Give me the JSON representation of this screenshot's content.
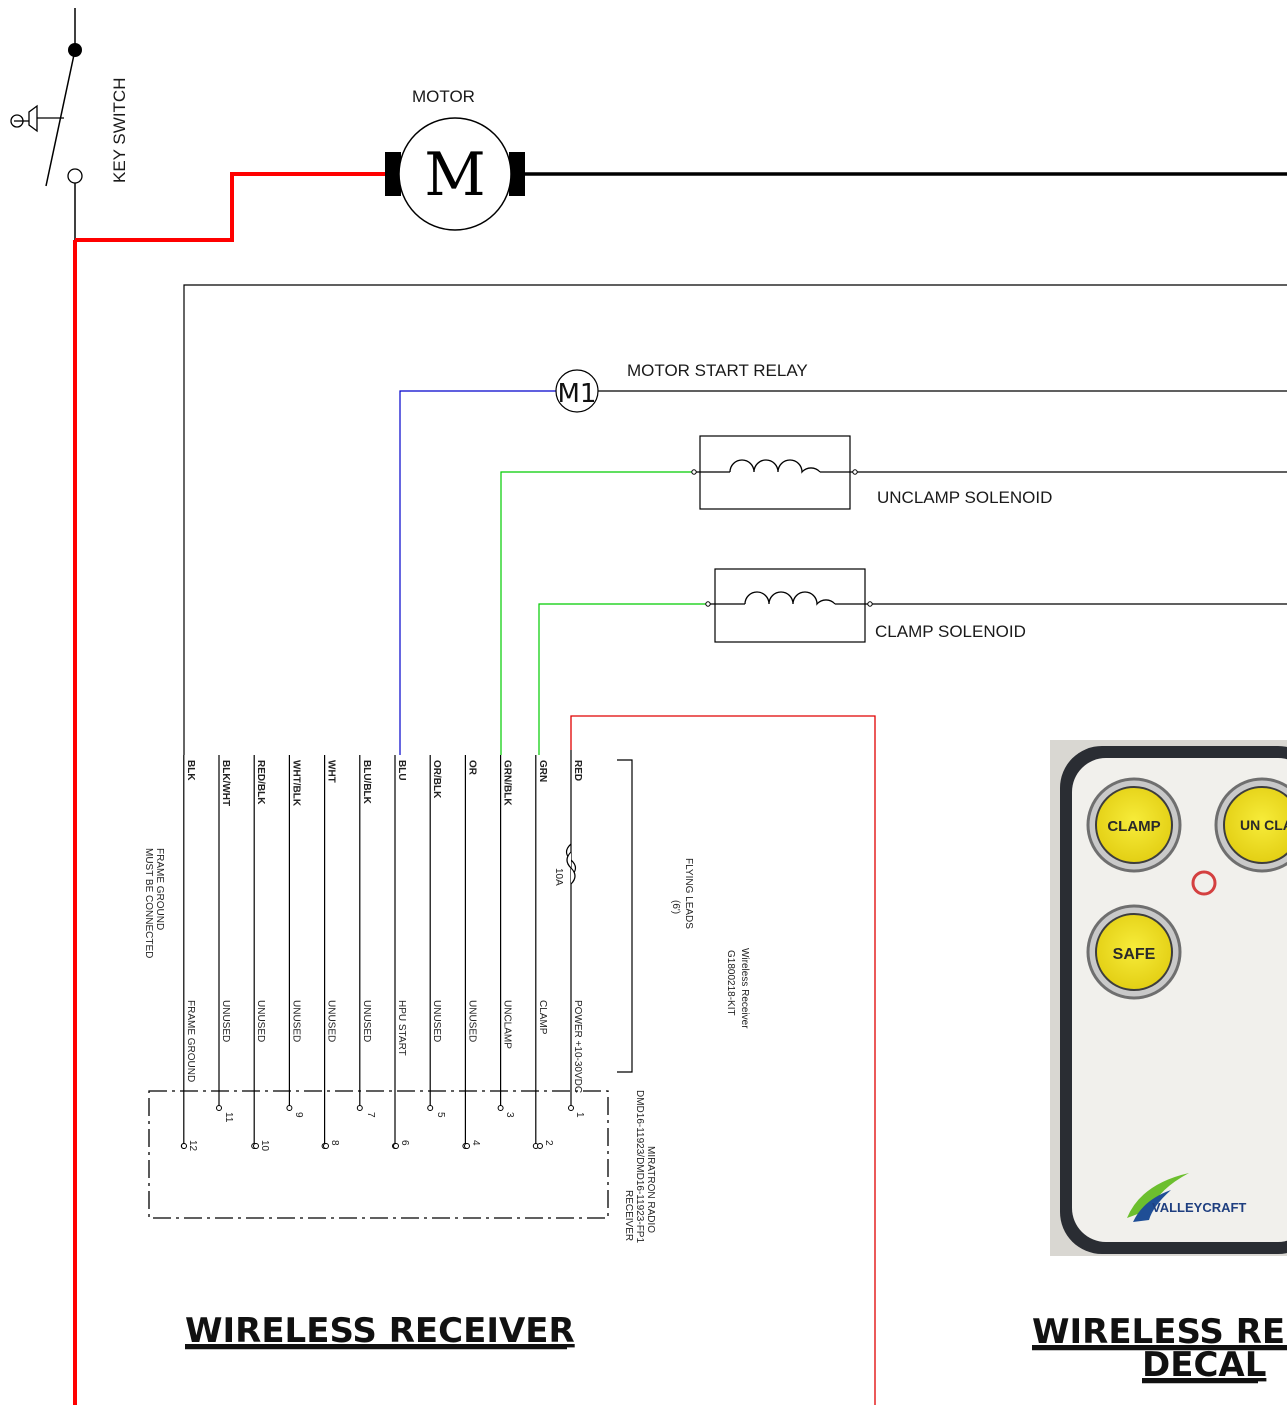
{
  "labels": {
    "key_switch": "KEY SWITCH",
    "motor": "MOTOR",
    "motor_symbol": "M",
    "relay_symbol": "M1",
    "motor_start_relay": "MOTOR START RELAY",
    "unclamp_solenoid": "UNCLAMP SOLENOID",
    "clamp_solenoid": "CLAMP SOLENOID"
  },
  "receiver": {
    "title": "WIRELESS RECEIVER",
    "name_line1": "Wireless Receiver",
    "name_line2": "G1800218-KIT",
    "flying_leads_line1": "FLYING LEADS",
    "flying_leads_line2": "(6')",
    "fuse": "10A",
    "frame_ground_line1": "FRAME GROUND",
    "frame_ground_line2": "MUST BE CONNECTED",
    "radio_line1": "MIRATRON RADIO",
    "radio_line2": "DMD16-11923/DMD16-11923-FP1",
    "radio_line3": "RECEIVER",
    "wire_colors": [
      "RED",
      "GRN",
      "GRN/BLK",
      "OR",
      "OR/BLK",
      "BLU",
      "BLU/BLK",
      "WHT",
      "WHT/BLK",
      "RED/BLK",
      "BLK/WHT",
      "BLK"
    ],
    "functions": [
      "POWER +10-30VDC",
      "CLAMP",
      "UNCLAMP",
      "UNUSED",
      "UNUSED",
      "HPU START",
      "UNUSED",
      "UNUSED",
      "UNUSED",
      "UNUSED",
      "UNUSED",
      "FRAME GROUND"
    ],
    "pins": [
      "1",
      "3",
      "5",
      "7",
      "9",
      "11",
      "2",
      "4",
      "6",
      "8",
      "10",
      "12"
    ]
  },
  "remote": {
    "title_line1": "WIRELESS REMOTE",
    "title_line2": "DECAL",
    "button_clamp_label": "CLAMP",
    "button_unclamp_label": "UN CLAMP",
    "button_safe_label": "SAFE",
    "brand": "VALLEYCRAFT"
  },
  "colors": {
    "power": "#ff0000",
    "ground": "#000000",
    "relay_wire": "#0000cc",
    "solenoid_wire": "#00cc00",
    "button_fill": "#f2e41f"
  }
}
